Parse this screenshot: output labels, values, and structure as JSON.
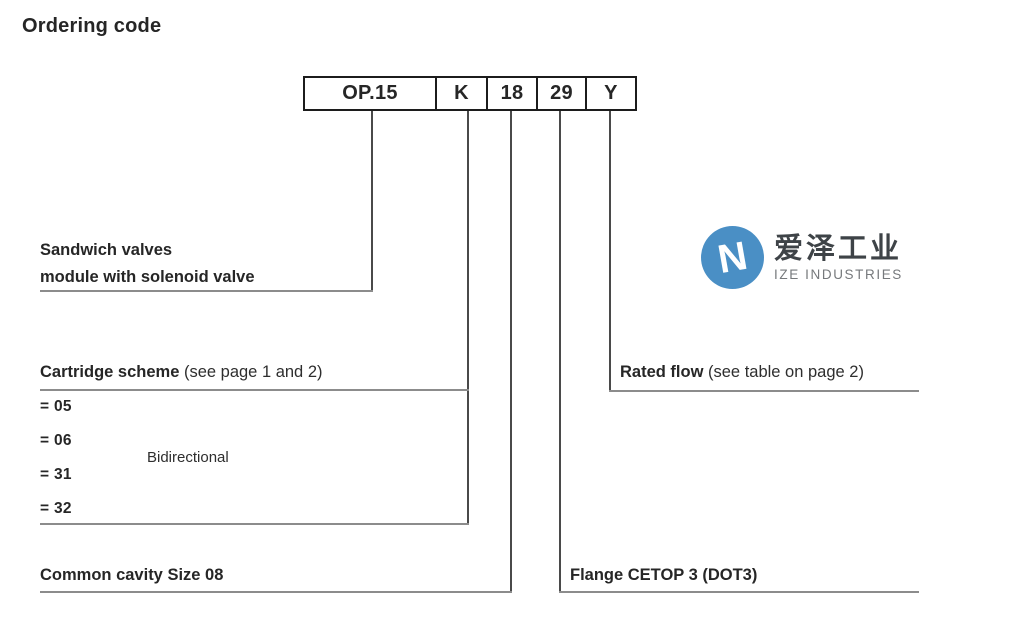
{
  "page": {
    "title": "Ordering code"
  },
  "code_box": {
    "segments": [
      "OP.15",
      "K",
      "18",
      "29",
      "Y"
    ]
  },
  "sections": {
    "sandwich": {
      "line1": "Sandwich valves",
      "line2": "module with solenoid valve"
    },
    "cartridge": {
      "title": "Cartridge scheme",
      "note": " (see page 1 and 2)",
      "options": [
        "= 05",
        "= 06",
        "= 31",
        "= 32"
      ],
      "options_note": "Bidirectional"
    },
    "common_cavity": {
      "title": "Common cavity Size 08"
    },
    "flange": {
      "title": "Flange CETOP 3 (DOT3)"
    },
    "rated_flow": {
      "title": "Rated flow",
      "note": " (see table on page 2)"
    }
  },
  "logo": {
    "icon": "ize-circle-n-icon",
    "monogram": "N",
    "name_cn": "爱泽工业",
    "name_en": "IZE INDUSTRIES"
  },
  "colors": {
    "background": "#ffffff",
    "text": "#262626",
    "box_border": "#1c1c1c",
    "connector_vertical": "#4a4a4a",
    "connector_horizontal": "#8c8c8c",
    "logo_blue": "#4a8fc5",
    "logo_name": "#3e4347",
    "logo_sub": "#76797c"
  }
}
